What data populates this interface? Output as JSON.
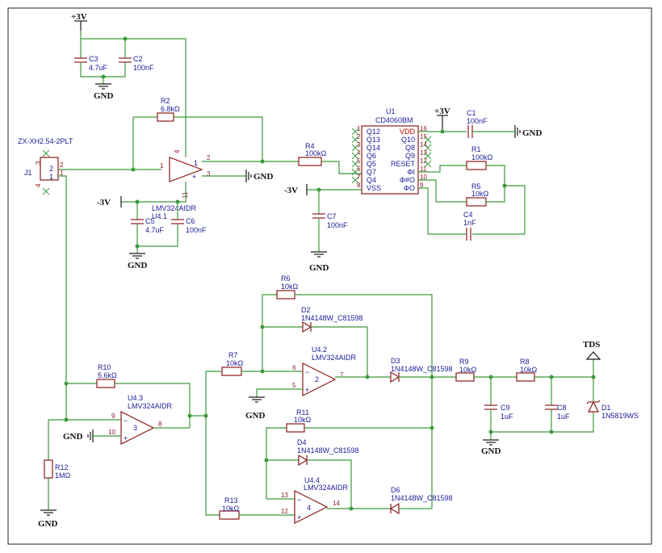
{
  "power": {
    "vcc": "+3V",
    "vee": "-3V",
    "gnd": "GND",
    "tds": "TDS"
  },
  "components": {
    "c3": {
      "ref": "C3",
      "value": "4.7uF"
    },
    "c2": {
      "ref": "C2",
      "value": "100nF"
    },
    "r2": {
      "ref": "R2",
      "value": "6.8kΩ"
    },
    "j1": {
      "ref": "J1",
      "value": "ZX-XH2.54-2PLT"
    },
    "u4_1": {
      "ref": "U4.1",
      "value": "LMV324AIDR"
    },
    "c5": {
      "ref": "C5",
      "value": "4.7uF"
    },
    "c6": {
      "ref": "C6",
      "value": "100nF"
    },
    "r4": {
      "ref": "R4",
      "value": "100kΩ"
    },
    "u1": {
      "ref": "U1",
      "value": "CD4060BM"
    },
    "c1": {
      "ref": "C1",
      "value": "100nF"
    },
    "r1": {
      "ref": "R1",
      "value": "100kΩ"
    },
    "r5": {
      "ref": "R5",
      "value": "10kΩ"
    },
    "c4": {
      "ref": "C4",
      "value": "1nF"
    },
    "c7": {
      "ref": "C7",
      "value": "100nF"
    },
    "r6": {
      "ref": "R6",
      "value": "10kΩ"
    },
    "d2": {
      "ref": "D2",
      "value": "1N4148W_C81598"
    },
    "r7": {
      "ref": "R7",
      "value": "10kΩ"
    },
    "u4_2": {
      "ref": "U4.2",
      "value": "LMV324AIDR"
    },
    "d3": {
      "ref": "D3",
      "value": "1N4148W_C81598"
    },
    "r9": {
      "ref": "R9",
      "value": "10kΩ"
    },
    "r8": {
      "ref": "R8",
      "value": "10kΩ"
    },
    "c9": {
      "ref": "C9",
      "value": "1uF"
    },
    "c8": {
      "ref": "C8",
      "value": "1uF"
    },
    "d1": {
      "ref": "D1",
      "value": "1N5819WS"
    },
    "r10": {
      "ref": "R10",
      "value": "5.6kΩ"
    },
    "u4_3": {
      "ref": "U4.3",
      "value": "LMV324AIDR"
    },
    "r12": {
      "ref": "R12",
      "value": "1MΩ"
    },
    "r11": {
      "ref": "R11",
      "value": "10kΩ"
    },
    "d4": {
      "ref": "D4",
      "value": "1N4148W_C81598"
    },
    "u4_4": {
      "ref": "U4.4",
      "value": "LMV324AIDR"
    },
    "r13": {
      "ref": "R13",
      "value": "10kΩ"
    },
    "d6": {
      "ref": "D6",
      "value": "1N4148W_C81598"
    }
  },
  "u1_pins_left": [
    "Q12",
    "Q13",
    "Q14",
    "Q6",
    "Q5",
    "Q7",
    "Q4",
    "VSS"
  ],
  "u1_pin_numbers_left": [
    "1",
    "2",
    "3",
    "4",
    "5",
    "6",
    "7",
    "8"
  ],
  "u1_pins_right": [
    "VDD",
    "Q10",
    "Q8",
    "Q9",
    "RESET",
    "ΦI",
    "Φ#O",
    "ΦO"
  ],
  "u1_pin_numbers_right": [
    "16",
    "15",
    "14",
    "13",
    "12",
    "11",
    "10",
    "9"
  ],
  "pins": {
    "u4_1": {
      "inv": "1",
      "out": "2",
      "noninv": "3",
      "vcc": "4",
      "vee": "11"
    },
    "u4_2": {
      "inv": "6",
      "noninv": "5",
      "out": "7",
      "unit": "2"
    },
    "u4_3": {
      "inv": "9",
      "noninv": "10",
      "out": "8",
      "unit": "3"
    },
    "u4_4": {
      "inv": "13",
      "noninv": "12",
      "out": "14",
      "unit": "4"
    },
    "j1": {
      "p1": "1",
      "p2": "2",
      "p3": "3",
      "p4": "4"
    },
    "unit1": "1"
  }
}
